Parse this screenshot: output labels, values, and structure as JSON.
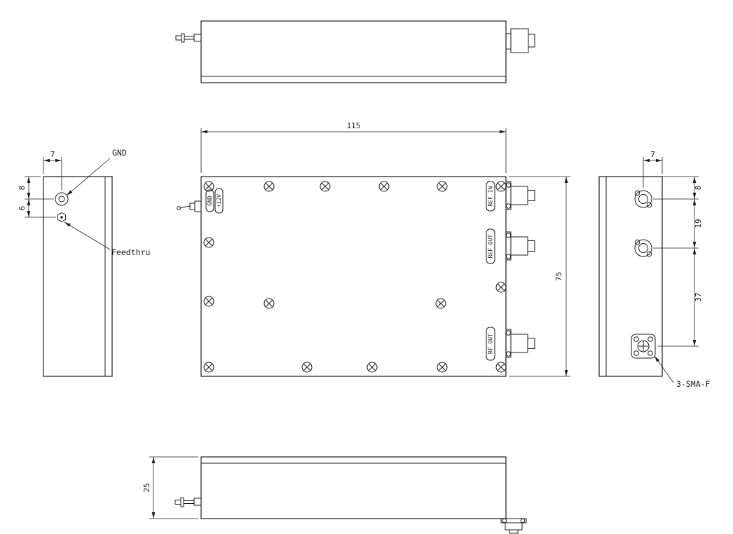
{
  "drawing": {
    "front_view": {
      "dim_width": "115",
      "dim_height": "75",
      "tag_gnd": "GND",
      "tag_power": "+12V",
      "tag_ref_in": "REF IN",
      "tag_ref_out": "REF OUT",
      "tag_rf_out": "RF OUT"
    },
    "left_view": {
      "dim_width": "7",
      "dim_gnd_offset": "8",
      "dim_feedthru_offset": "6",
      "label_gnd": "GND",
      "label_feedthru": "Feedthru"
    },
    "right_view": {
      "dim_width": "7",
      "dim_conn1_offset": "8",
      "dim_conn2_spacing": "19",
      "dim_conn3_spacing": "37",
      "label_connector": "3-SMA-F"
    },
    "bottom_view": {
      "dim_depth": "25"
    }
  }
}
